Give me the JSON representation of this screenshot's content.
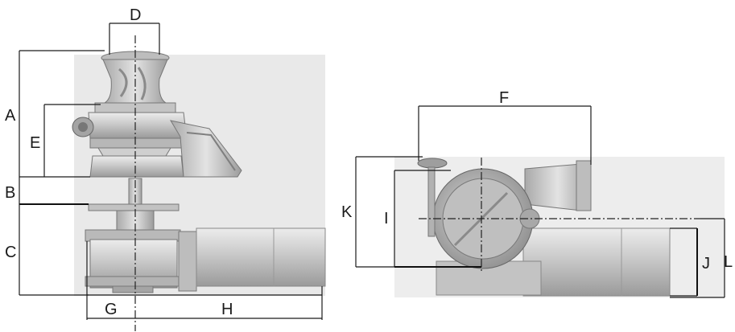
{
  "labels": {
    "A": "A",
    "B": "B",
    "C": "C",
    "D": "D",
    "E": "E",
    "F": "F",
    "G": "G",
    "H": "H",
    "I": "I",
    "J": "J",
    "K": "K",
    "L": "L"
  },
  "colors": {
    "metal_light": "#d8d8d8",
    "metal_mid": "#b9b9b9",
    "metal_dark": "#8e8e8e",
    "line": "#1a1a1a"
  }
}
